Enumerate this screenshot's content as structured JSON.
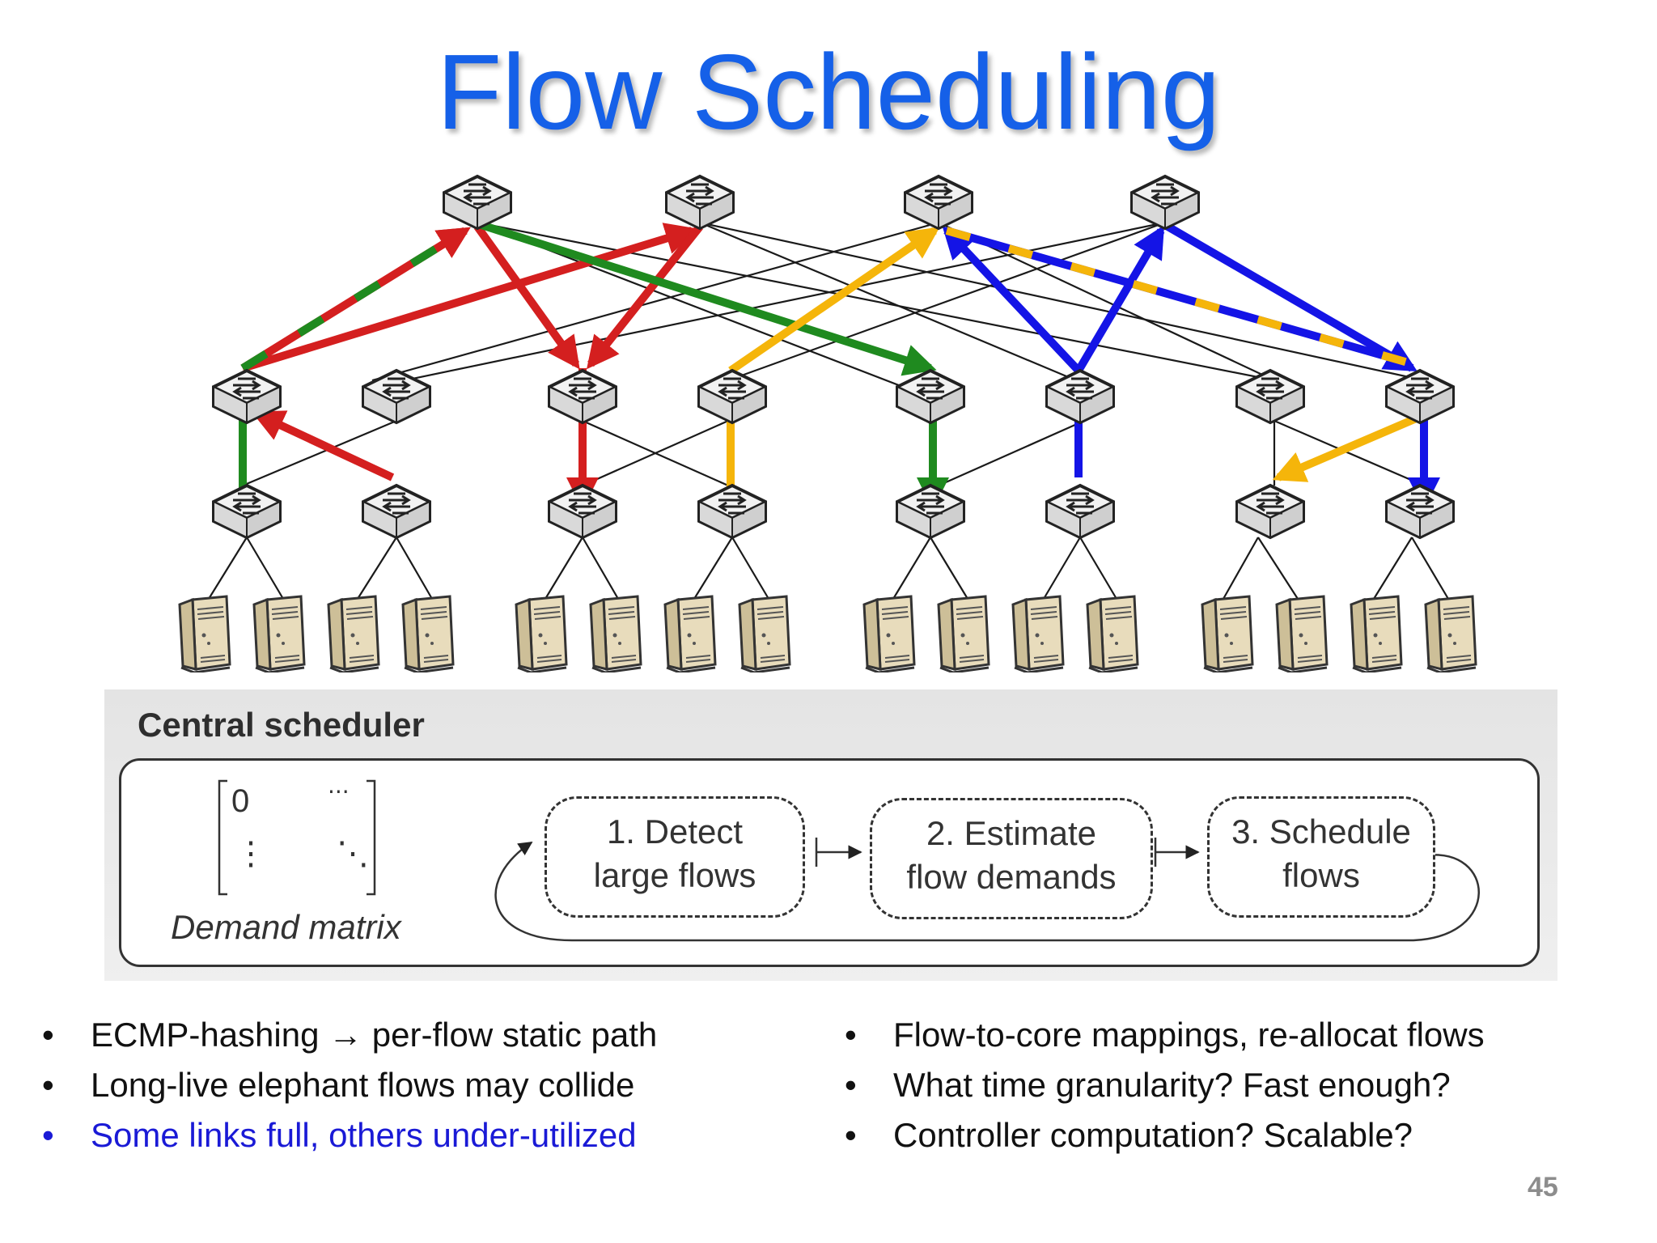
{
  "title": "Flow Scheduling",
  "scheduler": {
    "heading": "Central scheduler",
    "matrix": {
      "top_left": "0",
      "top_right": "⋅⋅⋅",
      "bottom_left": "⋮",
      "bottom_right": "⋱",
      "caption": "Demand matrix"
    },
    "steps": [
      {
        "line1": "1. Detect",
        "line2": "large flows"
      },
      {
        "line1": "2. Estimate",
        "line2": "flow demands"
      },
      {
        "line1": "3. Schedule",
        "line2": "flows"
      }
    ]
  },
  "bullets_left": [
    {
      "dot": "•",
      "text": "ECMP-hashing → per-flow static path"
    },
    {
      "dot": "•",
      "text": "Long-live elephant flows may collide"
    },
    {
      "dot": "•",
      "text": "Some links full, others under-utilized"
    }
  ],
  "bullets_right": [
    {
      "dot": "•",
      "text": "Flow-to-core mappings, re-allocat flows"
    },
    {
      "dot": "•",
      "text": "What time granularity? Fast enough?"
    },
    {
      "dot": "•",
      "text": "Controller computation? Scalable?"
    }
  ],
  "page_number": "45",
  "flow_colors": {
    "red": "#d41f1f",
    "green": "#1f8a1f",
    "yellow": "#f5b50a",
    "blue": "#1414e6"
  },
  "icons": {
    "switch": "network-switch-icon",
    "server": "server-tower-icon"
  }
}
